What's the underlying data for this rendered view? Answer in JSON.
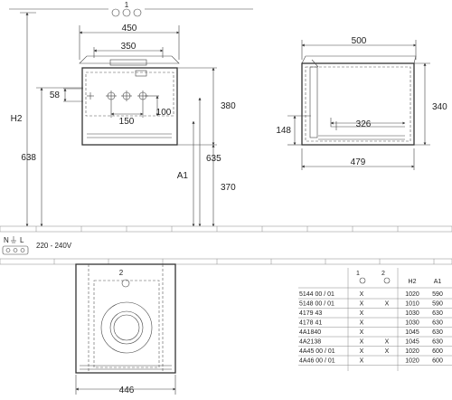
{
  "front_view": {
    "callout": "1",
    "dim_top_width": "450",
    "dim_inner_width": "350",
    "dim_hole_inset": "58",
    "dim_hole_spacing": "150",
    "dim_hole_height": "100",
    "dim_body_height": "380",
    "dim_total_height": "638",
    "dim_mid_height": "635",
    "dim_lower_height": "370",
    "label_h2": "H2",
    "label_a1": "A1"
  },
  "side_view": {
    "dim_depth": "500",
    "dim_height": "340",
    "dim_siphon_height": "148",
    "dim_siphon_width": "326",
    "dim_bottom_depth": "479"
  },
  "power": {
    "label_n": "N",
    "label_l": "L",
    "voltage": "220 - 240V"
  },
  "top_view": {
    "callout": "2",
    "dim_width": "446"
  },
  "table": {
    "col_1": "1",
    "col_2": "2",
    "col_h2": "H2",
    "col_a1": "A1",
    "rows": [
      {
        "code": "5144 00 / 01",
        "c1": "X",
        "c2": "",
        "h2": "1020",
        "a1": "590"
      },
      {
        "code": "5148 00 / 01",
        "c1": "X",
        "c2": "X",
        "h2": "1010",
        "a1": "590"
      },
      {
        "code": "4179 43",
        "c1": "X",
        "c2": "",
        "h2": "1030",
        "a1": "630"
      },
      {
        "code": "4178 41",
        "c1": "X",
        "c2": "",
        "h2": "1030",
        "a1": "630"
      },
      {
        "code": "4A1840",
        "c1": "X",
        "c2": "",
        "h2": "1045",
        "a1": "630"
      },
      {
        "code": "4A2138",
        "c1": "X",
        "c2": "X",
        "h2": "1045",
        "a1": "630"
      },
      {
        "code": "4A45 00 / 01",
        "c1": "X",
        "c2": "X",
        "h2": "1020",
        "a1": "600"
      },
      {
        "code": "4A46 00 / 01",
        "c1": "X",
        "c2": "",
        "h2": "1020",
        "a1": "600"
      }
    ]
  }
}
